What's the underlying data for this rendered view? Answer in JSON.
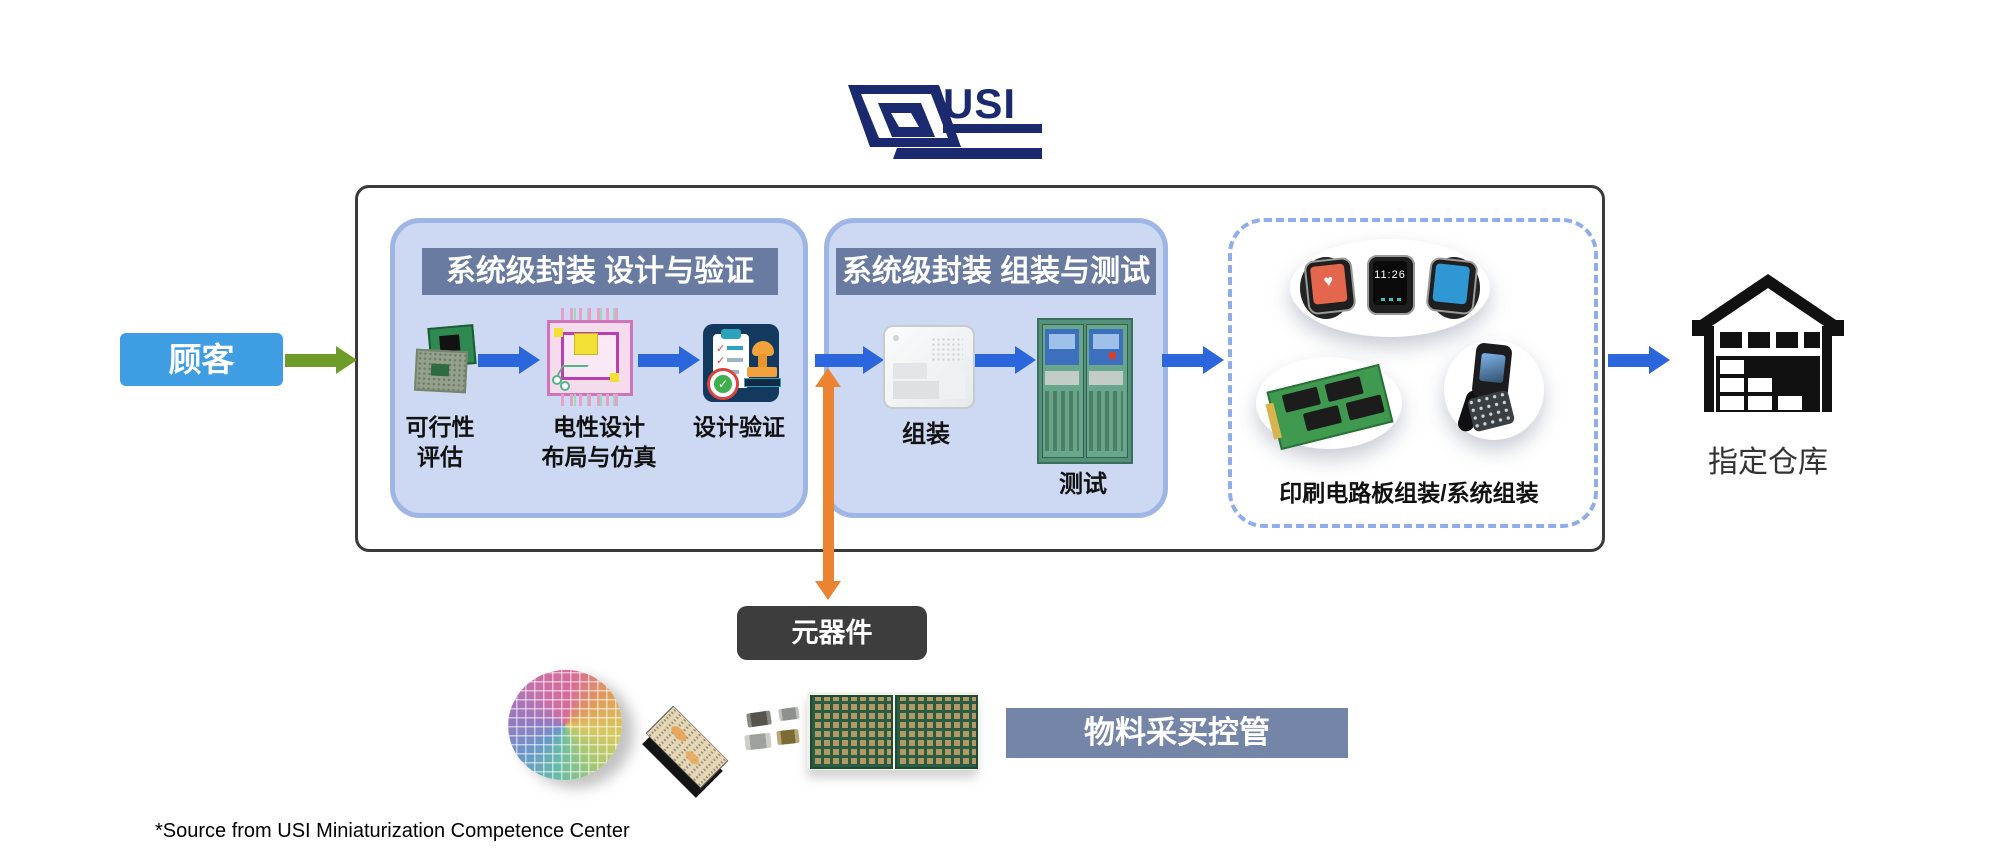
{
  "logo": {
    "text": "USI",
    "color": "#1b2a6e"
  },
  "customer": {
    "label": "顾客",
    "bg": "#3f9ee3"
  },
  "design_box": {
    "header": "系统级封装 设计与验证",
    "steps": [
      {
        "icon": "pcb-sample-icon",
        "line1": "可行性",
        "line2": "评估"
      },
      {
        "icon": "chip-layout-icon",
        "line1": "电性设计",
        "line2": "布局与仿真"
      },
      {
        "icon": "design-verification-stamp-icon",
        "line1": "设计验证",
        "line2": ""
      }
    ]
  },
  "assembly_box": {
    "header": "系统级封装 组装与测试",
    "steps": [
      {
        "icon": "sip-module-icon",
        "label": "组装"
      },
      {
        "icon": "test-equipment-icon",
        "label": "测试"
      }
    ]
  },
  "pcba_box": {
    "label": "印刷电路板组装/系统组装",
    "watch_time": "11:26",
    "products": [
      "smartwatches",
      "ssd-module",
      "handheld-scanner"
    ]
  },
  "warehouse": {
    "label": "指定仓库"
  },
  "components": {
    "label": "元器件"
  },
  "material": {
    "label": "物料采买控管"
  },
  "footnote": "*Source from USI Miniaturization Competence Center",
  "glyphs": {
    "check": "✓",
    "heart": "♥"
  },
  "colors": {
    "flow_arrow_blue": "#2b66dd",
    "customer_arrow_green": "#6f9b28",
    "components_arrow_orange": "#ec8333",
    "panel_fill": "#cdd9f2",
    "panel_border": "#9fb5e6",
    "header_bar": "#6a7ba1",
    "material_bar": "#7585a8",
    "components_btn": "#3d3d3d",
    "logo_navy": "#1b2a6e"
  }
}
